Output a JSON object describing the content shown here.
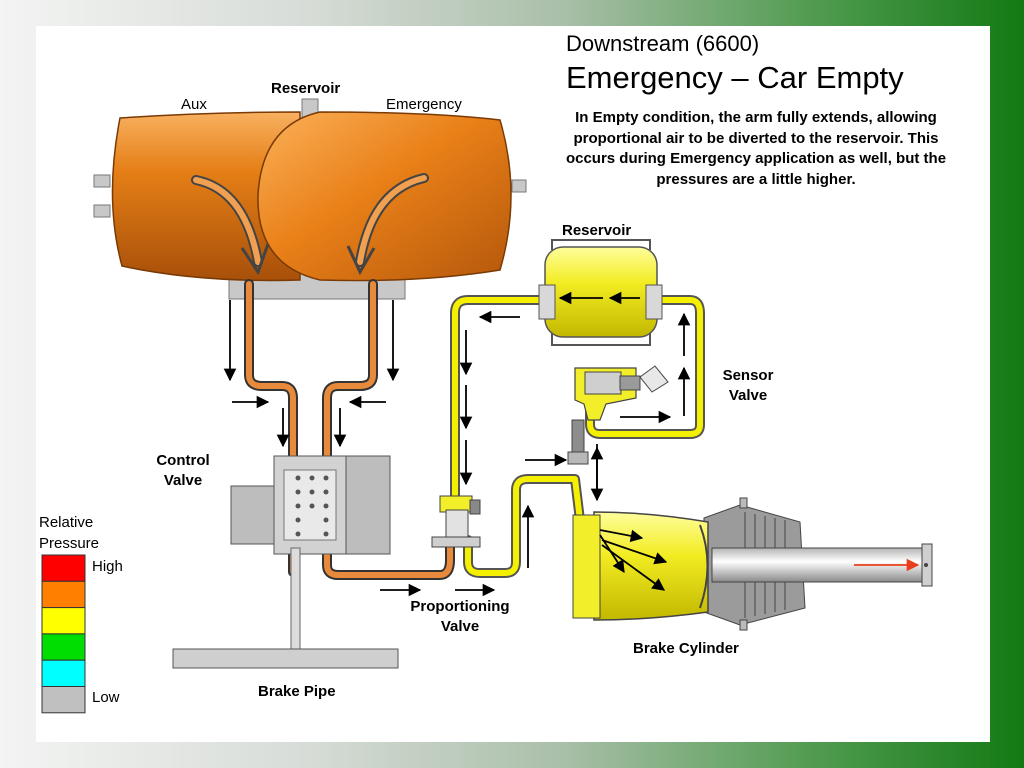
{
  "subtitle": "Downstream (6600)",
  "title": "Emergency – Car Empty",
  "description": "In Empty condition, the arm fully extends, allowing proportional air to be diverted to the reservoir. This occurs during Emergency application as well, but the pressures are a little higher.",
  "labels": {
    "reservoir_top": "Reservoir",
    "aux": "Aux",
    "emergency": "Emergency",
    "reservoir_small": "Reservoir",
    "sensor_valve": "Sensor Valve",
    "control_valve": "Control Valve",
    "proportioning_valve": "Proportioning Valve",
    "brake_cylinder": "Brake Cylinder",
    "brake_pipe": "Brake Pipe"
  },
  "legend": {
    "title": "Relative Pressure",
    "high_label": "High",
    "low_label": "Low",
    "colors": [
      "#ff0000",
      "#ff7f00",
      "#ffff00",
      "#00dd00",
      "#00ffff",
      "#c0c0c0"
    ]
  },
  "colors": {
    "orange_pipe": "#e88a3c",
    "yellow_pipe": "#f4f000",
    "tank_orange": "#e07d14",
    "component_yellow": "#f3ee2a",
    "grey": "#c6c6c6"
  }
}
